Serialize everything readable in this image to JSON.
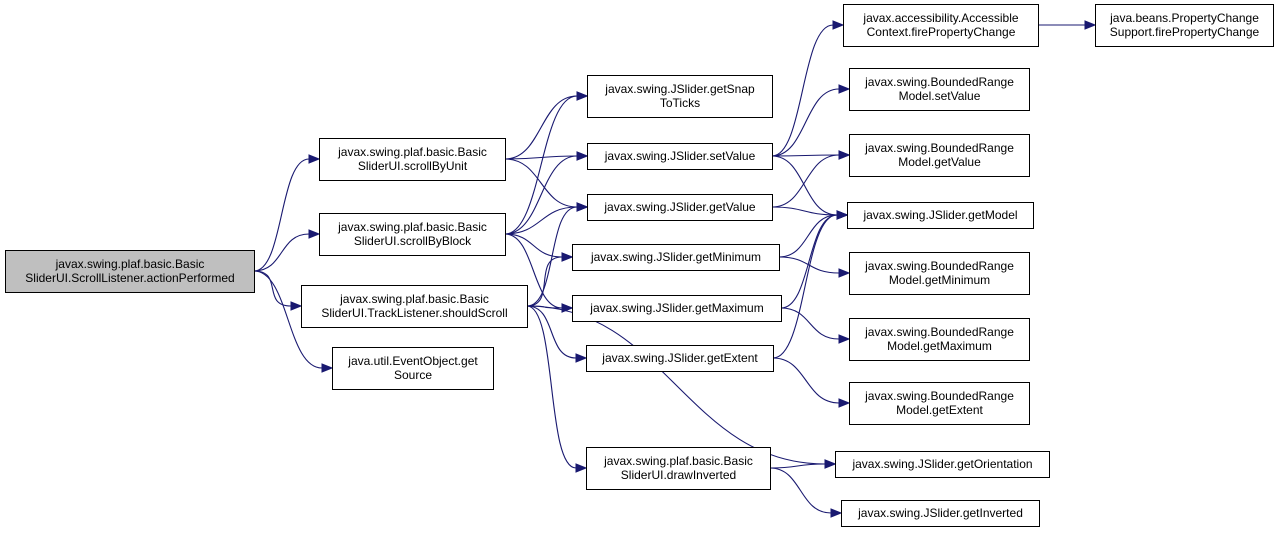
{
  "colors": {
    "edge": "#191970",
    "root_fill": "#bfbfbf",
    "node_fill": "#ffffff",
    "border": "#000000"
  },
  "nodes": [
    {
      "id": "n0",
      "lines": [
        "javax.swing.plaf.basic.Basic",
        "SliderUI.ScrollListener.actionPerformed"
      ],
      "root": true
    },
    {
      "id": "n1",
      "lines": [
        "javax.swing.plaf.basic.Basic",
        "SliderUI.scrollByUnit"
      ]
    },
    {
      "id": "n2",
      "lines": [
        "javax.swing.plaf.basic.Basic",
        "SliderUI.scrollByBlock"
      ]
    },
    {
      "id": "n3",
      "lines": [
        "javax.swing.plaf.basic.Basic",
        "SliderUI.TrackListener.shouldScroll"
      ]
    },
    {
      "id": "n4",
      "lines": [
        "java.util.EventObject.get",
        "Source"
      ]
    },
    {
      "id": "n5",
      "lines": [
        "javax.swing.JSlider.getSnap",
        "ToTicks"
      ]
    },
    {
      "id": "n6",
      "lines": [
        "javax.swing.JSlider.setValue"
      ]
    },
    {
      "id": "n7",
      "lines": [
        "javax.swing.JSlider.getValue"
      ]
    },
    {
      "id": "n8",
      "lines": [
        "javax.swing.JSlider.getMinimum"
      ]
    },
    {
      "id": "n9",
      "lines": [
        "javax.swing.JSlider.getMaximum"
      ]
    },
    {
      "id": "n10",
      "lines": [
        "javax.swing.JSlider.getExtent"
      ]
    },
    {
      "id": "n11",
      "lines": [
        "javax.swing.plaf.basic.Basic",
        "SliderUI.drawInverted"
      ]
    },
    {
      "id": "n12",
      "lines": [
        "javax.accessibility.Accessible",
        "Context.firePropertyChange"
      ]
    },
    {
      "id": "n13",
      "lines": [
        "javax.swing.BoundedRange",
        "Model.setValue"
      ]
    },
    {
      "id": "n14",
      "lines": [
        "javax.swing.BoundedRange",
        "Model.getValue"
      ]
    },
    {
      "id": "n15",
      "lines": [
        "javax.swing.JSlider.getModel"
      ]
    },
    {
      "id": "n16",
      "lines": [
        "javax.swing.BoundedRange",
        "Model.getMinimum"
      ]
    },
    {
      "id": "n17",
      "lines": [
        "javax.swing.BoundedRange",
        "Model.getMaximum"
      ]
    },
    {
      "id": "n18",
      "lines": [
        "javax.swing.BoundedRange",
        "Model.getExtent"
      ]
    },
    {
      "id": "n19",
      "lines": [
        "javax.swing.JSlider.getOrientation"
      ]
    },
    {
      "id": "n20",
      "lines": [
        "javax.swing.JSlider.getInverted"
      ]
    },
    {
      "id": "n21",
      "lines": [
        "java.beans.PropertyChange",
        "Support.firePropertyChange"
      ]
    }
  ],
  "edges": [
    [
      "n0",
      "n1"
    ],
    [
      "n0",
      "n2"
    ],
    [
      "n0",
      "n3"
    ],
    [
      "n0",
      "n4"
    ],
    [
      "n1",
      "n5"
    ],
    [
      "n1",
      "n6"
    ],
    [
      "n1",
      "n7"
    ],
    [
      "n2",
      "n5"
    ],
    [
      "n2",
      "n6"
    ],
    [
      "n2",
      "n7"
    ],
    [
      "n2",
      "n8"
    ],
    [
      "n2",
      "n9"
    ],
    [
      "n3",
      "n7"
    ],
    [
      "n3",
      "n8"
    ],
    [
      "n3",
      "n9"
    ],
    [
      "n3",
      "n10"
    ],
    [
      "n3",
      "n11"
    ],
    [
      "n3",
      "n19"
    ],
    [
      "n6",
      "n12"
    ],
    [
      "n6",
      "n13"
    ],
    [
      "n6",
      "n14"
    ],
    [
      "n6",
      "n15"
    ],
    [
      "n7",
      "n14"
    ],
    [
      "n7",
      "n15"
    ],
    [
      "n8",
      "n15"
    ],
    [
      "n8",
      "n16"
    ],
    [
      "n9",
      "n15"
    ],
    [
      "n9",
      "n17"
    ],
    [
      "n10",
      "n15"
    ],
    [
      "n10",
      "n18"
    ],
    [
      "n11",
      "n19"
    ],
    [
      "n11",
      "n20"
    ],
    [
      "n12",
      "n21"
    ]
  ]
}
